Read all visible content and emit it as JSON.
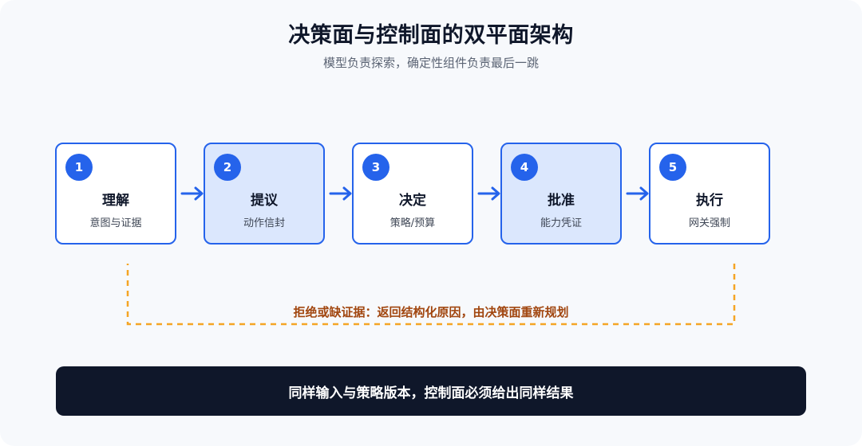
{
  "title": "决策面与控制面的双平面架构",
  "subtitle": "模型负责探索，确定性组件负责最后一跳",
  "steps": [
    {
      "num": "1",
      "title": "理解",
      "sub": "意图与证据"
    },
    {
      "num": "2",
      "title": "提议",
      "sub": "动作信封"
    },
    {
      "num": "3",
      "title": "决定",
      "sub": "策略/预算"
    },
    {
      "num": "4",
      "title": "批准",
      "sub": "能力凭证"
    },
    {
      "num": "5",
      "title": "执行",
      "sub": "网关强制"
    }
  ],
  "loop_label": "拒绝或缺证据：返回结构化原因，由决策面重新规划",
  "footer": "同样输入与策略版本，控制面必须给出同样结果",
  "colors": {
    "accent": "#2563eb",
    "highlight_fill": "#dbe7fd",
    "loop": "#f5a524",
    "loop_text": "#a1460f",
    "footer_bg": "#0f172a"
  }
}
